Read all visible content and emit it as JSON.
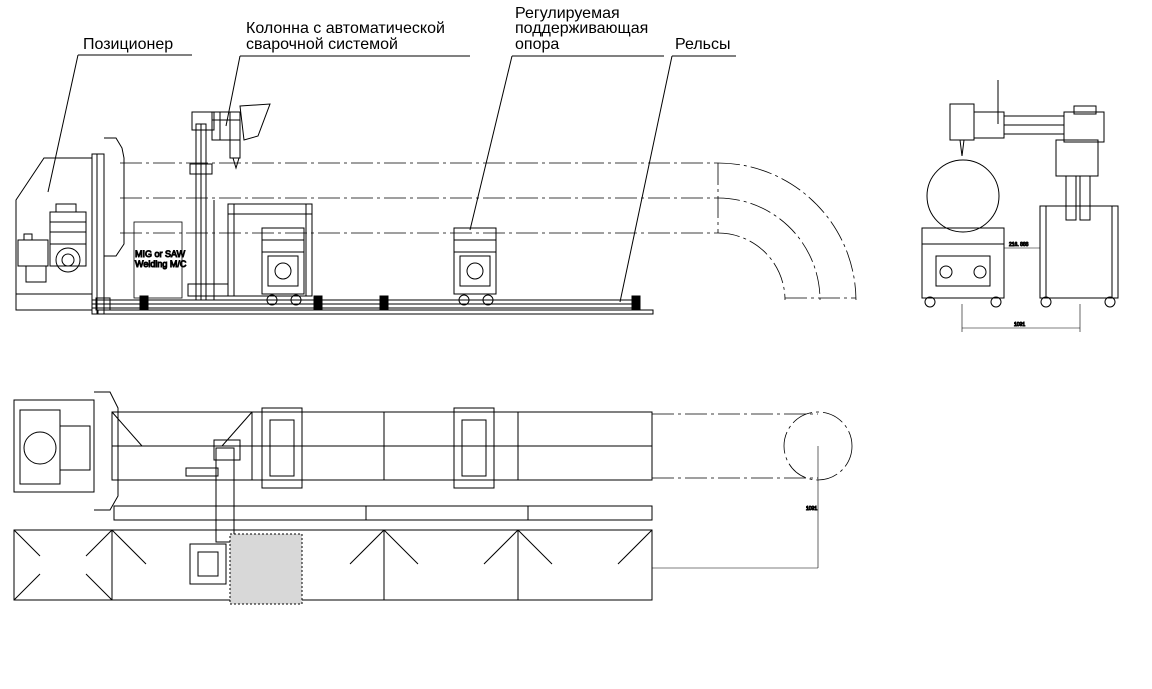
{
  "labels": {
    "positioner": "Позиционер",
    "column_line1": "Колонна с автоматической",
    "column_line2": "сварочной системой",
    "support_line1": "Регулируемая",
    "support_line2": "поддерживающая",
    "support_line3": "опора",
    "rails": "Рельсы"
  },
  "machine_box": {
    "line1": "MIG or SAW",
    "line2": "Welding M/C"
  },
  "dimensions": {
    "end_view_height": "216. 888",
    "end_view_width": "1091",
    "plan_view_width": "1091"
  }
}
